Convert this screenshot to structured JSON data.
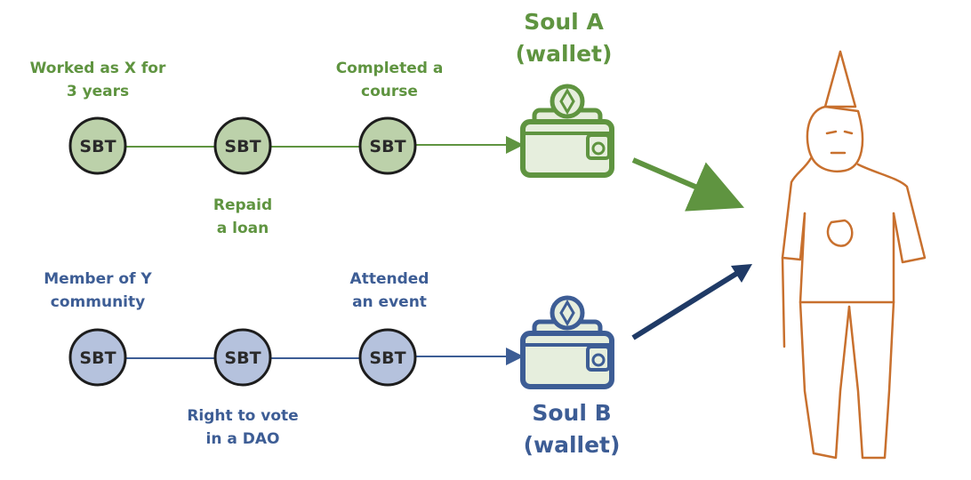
{
  "colors": {
    "green": "#5f9440",
    "blue": "#3d5d95",
    "green_fill": "#bcd1aa",
    "blue_fill": "#b5c2dd",
    "arrow_blue": "#1f3a66",
    "figure": "#c8702e"
  },
  "soul_a": {
    "title_line1": "Soul A",
    "title_line2": "(wallet)",
    "icon": "wallet-ethereum-icon",
    "tokens": [
      {
        "label": "SBT"
      },
      {
        "label": "SBT"
      },
      {
        "label": "SBT"
      }
    ],
    "annotations": [
      {
        "line1": "Worked as X for",
        "line2": "3 years"
      },
      {
        "line1": "Repaid",
        "line2": "a loan"
      },
      {
        "line1": "Completed a",
        "line2": "course"
      }
    ]
  },
  "soul_b": {
    "title_line1": "Soul B",
    "title_line2": "(wallet)",
    "icon": "wallet-ethereum-icon",
    "tokens": [
      {
        "label": "SBT"
      },
      {
        "label": "SBT"
      },
      {
        "label": "SBT"
      }
    ],
    "annotations": [
      {
        "line1": "Member of Y",
        "line2": "community"
      },
      {
        "line1": "Right to vote",
        "line2": "in a DAO"
      },
      {
        "line1": "Attended",
        "line2": "an event"
      }
    ]
  },
  "person": {
    "icon": "person-with-party-hat-icon"
  }
}
